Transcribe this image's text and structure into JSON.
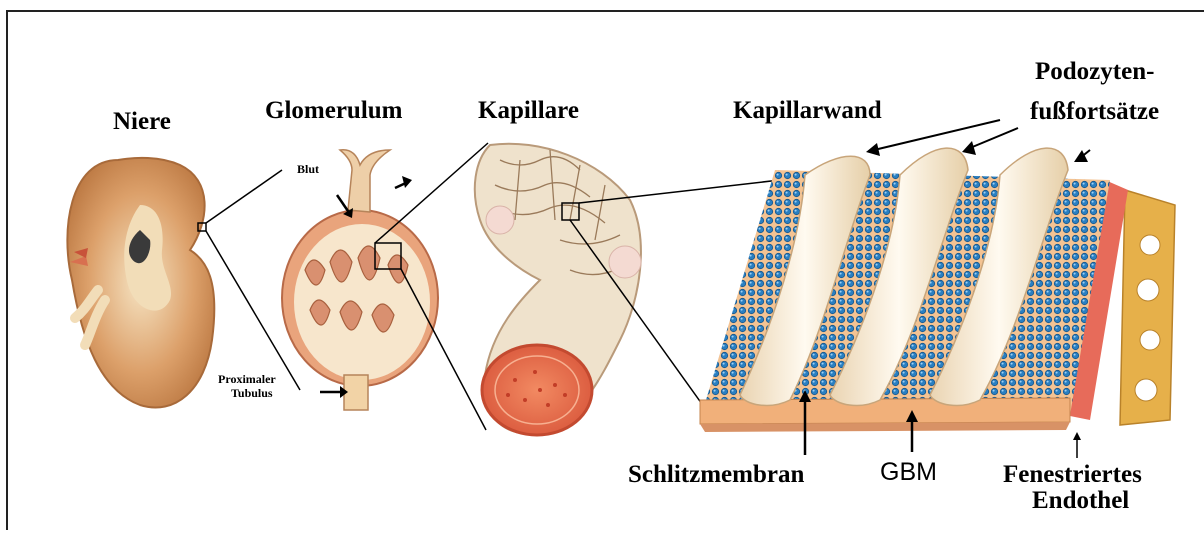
{
  "labels": {
    "niere": "Niere",
    "glomerulum": "Glomerulum",
    "kapillare": "Kapillare",
    "kapillarwand": "Kapillarwand",
    "podozyten_1": "Podozyten-",
    "podozyten_2": "fußfortsätze",
    "blut": "Blut",
    "proximaler_1": "Proximaler",
    "proximaler_2": "Tubulus",
    "schlitzmembran": "Schlitzmembran",
    "gbm": "GBM",
    "fenestriert_1": "Fenestriertes",
    "fenestriert_2": "Endothel"
  },
  "colors": {
    "kidney_cortex": "#c88a55",
    "kidney_light": "#f1d9b0",
    "glomerulus_wall": "#e5a07a",
    "capillary_tissue": "#efe2cc",
    "capillary_lumen": "#e66a4a",
    "membrane_orange": "#f1b07a",
    "podocyte_cream": "#f8ecd6",
    "dot_blue": "#2a7fc1",
    "endothel_gold": "#e6b04a",
    "endothel_red": "#e76b5a"
  }
}
